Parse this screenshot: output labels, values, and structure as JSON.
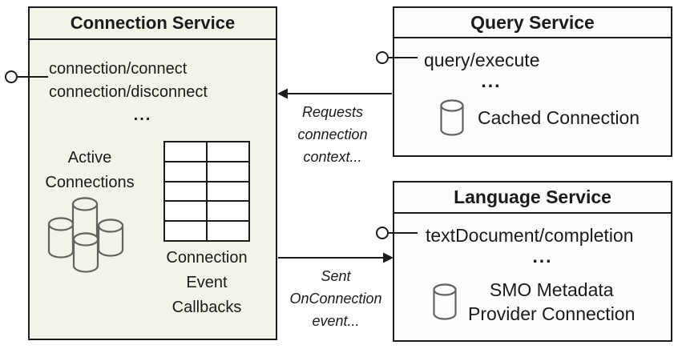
{
  "colors": {
    "border": "#1c1c1a",
    "text": "#1a1a1a",
    "connection_fill": "#f2f4ea",
    "service_fill": "#fdfdfd",
    "cylinder_stroke": "#62625f",
    "table_cell_fill": "#ffffff",
    "background": "#ffffff"
  },
  "connection_service": {
    "title": "Connection Service",
    "endpoints": [
      "connection/connect",
      "connection/disconnect"
    ],
    "ellipsis": "...",
    "active_connections_label": "Active\nConnections",
    "callbacks_label": "Connection\nEvent\nCallbacks",
    "table": {
      "rows": 5,
      "cols": 2
    },
    "icons": {
      "active_connections": "database-cylinder-cluster-icon",
      "callbacks": "table-grid-icon",
      "interface": "provided-interface-lollipop"
    }
  },
  "query_service": {
    "title": "Query Service",
    "endpoints": [
      "query/execute"
    ],
    "ellipsis": "...",
    "cached_connection_label": "Cached Connection",
    "icons": {
      "cached_connection": "database-cylinder-icon",
      "interface": "provided-interface-lollipop"
    }
  },
  "language_service": {
    "title": "Language Service",
    "endpoints": [
      "textDocument/completion"
    ],
    "ellipsis": "...",
    "smo_connection_label": "SMO Metadata\nProvider Connection",
    "icons": {
      "smo_connection": "database-cylinder-icon",
      "interface": "provided-interface-lollipop"
    }
  },
  "connectors": {
    "requests": {
      "label": "Requests\nconnection\ncontext...",
      "from": "Query Service",
      "to": "Connection Service"
    },
    "sent": {
      "label": "Sent\nOnConnection\nevent...",
      "from": "Connection Service",
      "to": "Language Service"
    }
  }
}
